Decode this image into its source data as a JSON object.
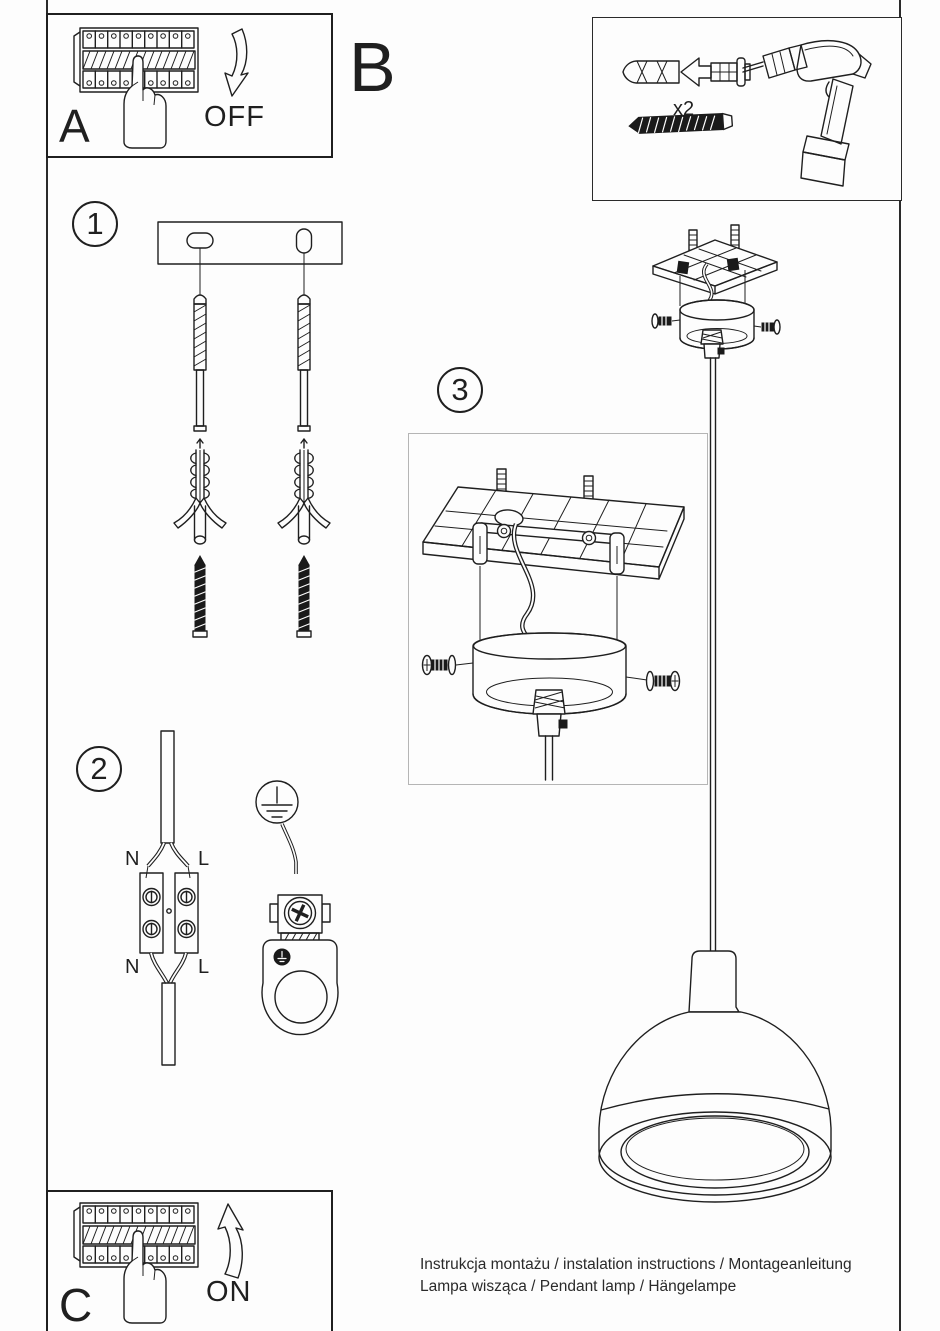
{
  "panel_a": {
    "label": "A",
    "action": "OFF"
  },
  "panel_b": {
    "label": "B"
  },
  "panel_c": {
    "label": "C",
    "action": "ON"
  },
  "parts_box": {
    "quantity": "x2"
  },
  "step_1": {
    "number": "1"
  },
  "step_2": {
    "number": "2",
    "labels": {
      "n_top": "N",
      "l_top": "L",
      "n_bottom": "N",
      "l_bottom": "L"
    }
  },
  "step_3": {
    "number": "3"
  },
  "footer": {
    "line_1": "Instrukcja montażu / instalation instructions / Montageanleitung",
    "line_2": "Lampa wisząca / Pendant lamp / Hängelampe"
  },
  "colors": {
    "ink": "#1f1f1f",
    "paper": "#fdfdfd",
    "frame_gray": "#b5b5b5"
  }
}
